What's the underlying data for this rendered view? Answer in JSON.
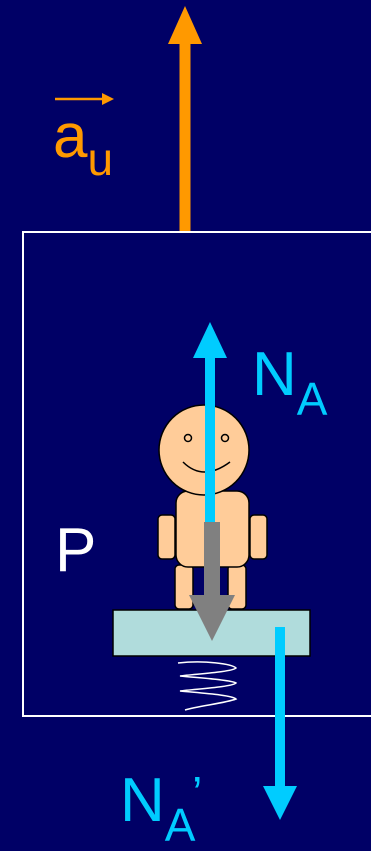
{
  "labels": {
    "acceleration": {
      "symbol": "a",
      "subscript": "u"
    },
    "normal_force": {
      "symbol": "N",
      "subscript": "A"
    },
    "reaction_force": {
      "symbol": "N",
      "subscript": "A",
      "prime": "’"
    },
    "weight": "P"
  },
  "colors": {
    "background": "#000066",
    "acceleration_arrow": "#FF9900",
    "force_arrows": "#00CCFF",
    "weight_arrow": "#808080",
    "elevator_outline": "#FFFFFF",
    "platform": "#B0DCDC",
    "skin": "#FFCC99",
    "weight_label": "#FFFFFF"
  },
  "icons": {
    "person": "person-figure",
    "spring": "spring-coil",
    "elevator": "elevator-box"
  }
}
